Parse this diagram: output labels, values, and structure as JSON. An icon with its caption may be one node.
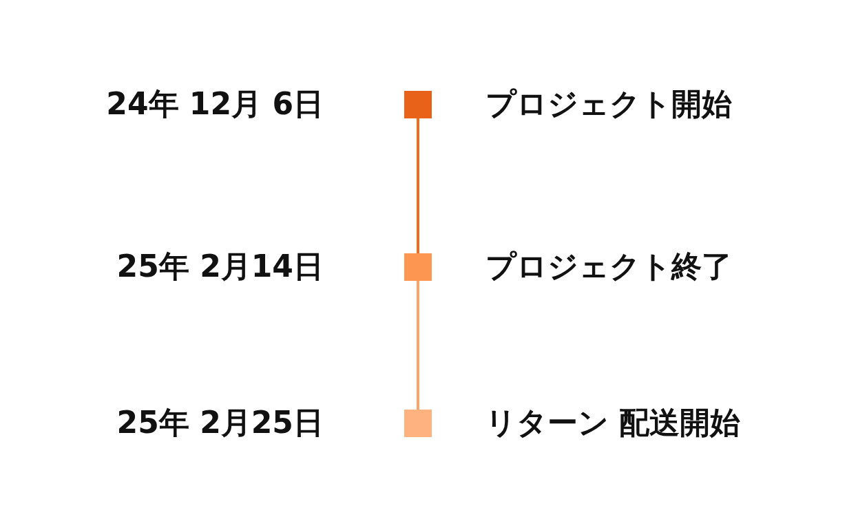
{
  "diagram": {
    "nodes": [
      {
        "text": [],
        "shape": "box",
        "beside": [
          "24年 12月 6日",
          "プロジェクト開始"
        ]
      },
      {
        "text": [],
        "shape": "box",
        "beside": [
          "25年 2月14日",
          "プロジェクト終了"
        ]
      },
      {
        "text": [],
        "shape": "box",
        "beside": [
          "25年 2月25日",
          "リターン 配送開始"
        ]
      }
    ],
    "edges": [
      {
        "from": 0,
        "to": 1,
        "arrow": "none",
        "color": "#f06d1e"
      },
      {
        "from": 1,
        "to": 2,
        "arrow": "none",
        "color": "#fda268"
      }
    ]
  }
}
